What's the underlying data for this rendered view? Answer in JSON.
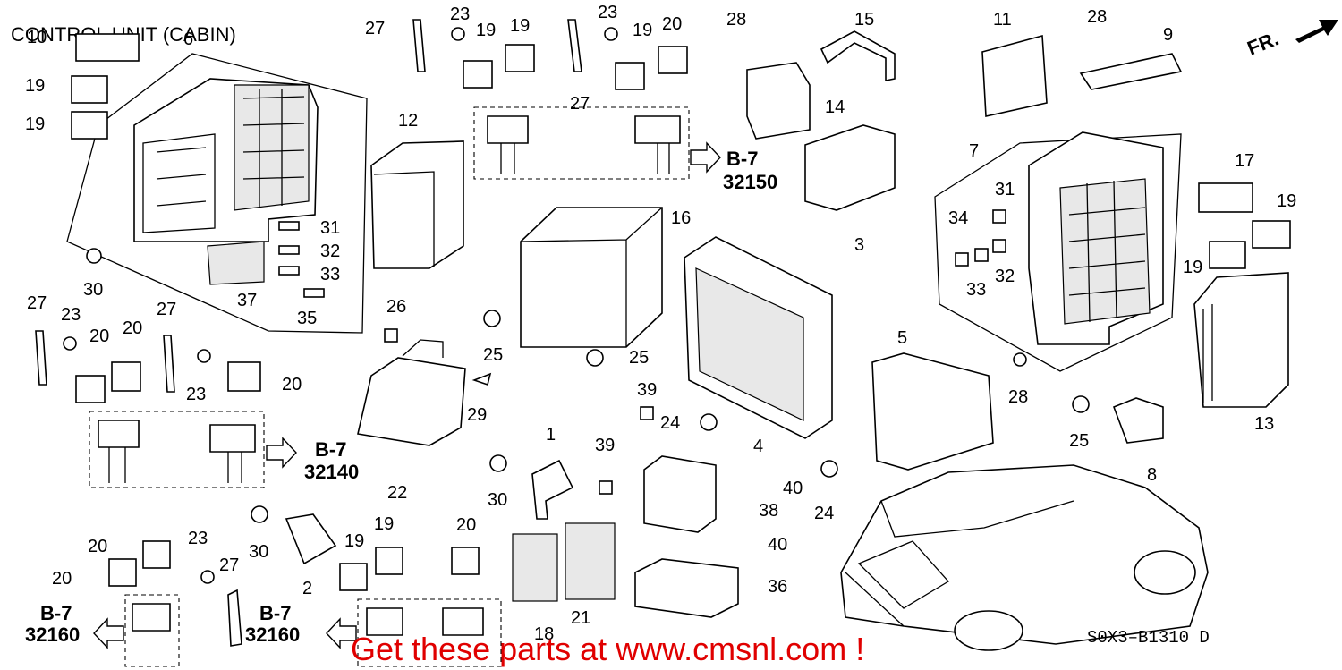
{
  "title": "CONTROL UNIT (CABIN)",
  "orientation": "FR.",
  "diagram_code": "S0X3–B1310 D",
  "banner": "Get these parts at www.cmsnl.com !",
  "references": [
    {
      "section": "B-7",
      "number": "32150"
    },
    {
      "section": "B-7",
      "number": "32140"
    },
    {
      "section": "B-7",
      "number": "32160"
    },
    {
      "section": "B-7",
      "number": "32160"
    }
  ],
  "callouts": [
    "10",
    "6",
    "19",
    "19",
    "27",
    "23",
    "19",
    "19",
    "27",
    "23",
    "19",
    "20",
    "28",
    "15",
    "11",
    "28",
    "9",
    "12",
    "14",
    "7",
    "3",
    "17",
    "19",
    "31",
    "34",
    "19",
    "32",
    "33",
    "31",
    "32",
    "33",
    "37",
    "35",
    "16",
    "30",
    "13",
    "27",
    "23",
    "20",
    "20",
    "27",
    "23",
    "20",
    "26",
    "25",
    "25",
    "4",
    "5",
    "28",
    "39",
    "24",
    "29",
    "25",
    "8",
    "1",
    "39",
    "40",
    "22",
    "30",
    "38",
    "24",
    "40",
    "23",
    "20",
    "20",
    "30",
    "19",
    "19",
    "20",
    "27",
    "2",
    "36",
    "21",
    "18",
    "30"
  ],
  "colors": {
    "banner": "#e00000",
    "ink": "#000000",
    "background": "#ffffff"
  }
}
